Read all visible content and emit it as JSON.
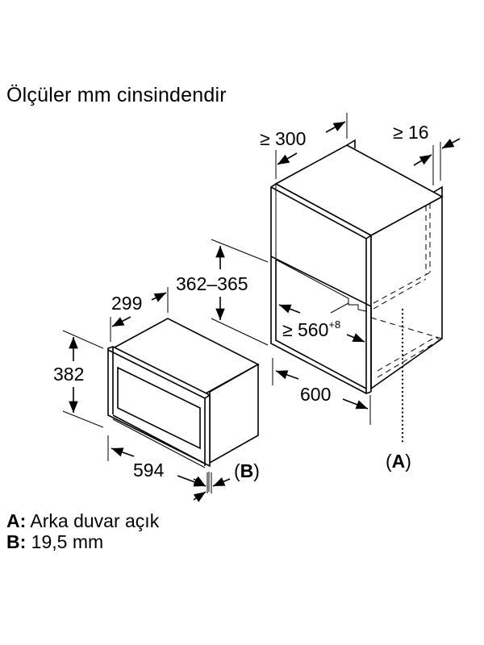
{
  "title": "Ölçüler mm cinsindendir",
  "dimensions": {
    "cabinet_depth": "≥ 300",
    "side_clearance": "≥ 16",
    "niche_height": "362–365",
    "niche_width_prefix": "≥ 560",
    "niche_width_tolerance": "+8",
    "cabinet_width": "600",
    "appliance_depth": "299",
    "appliance_height": "382",
    "appliance_width": "594"
  },
  "markers": {
    "a": "(A)",
    "b": "(B)"
  },
  "legend": [
    {
      "key": "A:",
      "text": "Arka duvar açık"
    },
    {
      "key": "B:",
      "text": "19,5 mm"
    }
  ]
}
